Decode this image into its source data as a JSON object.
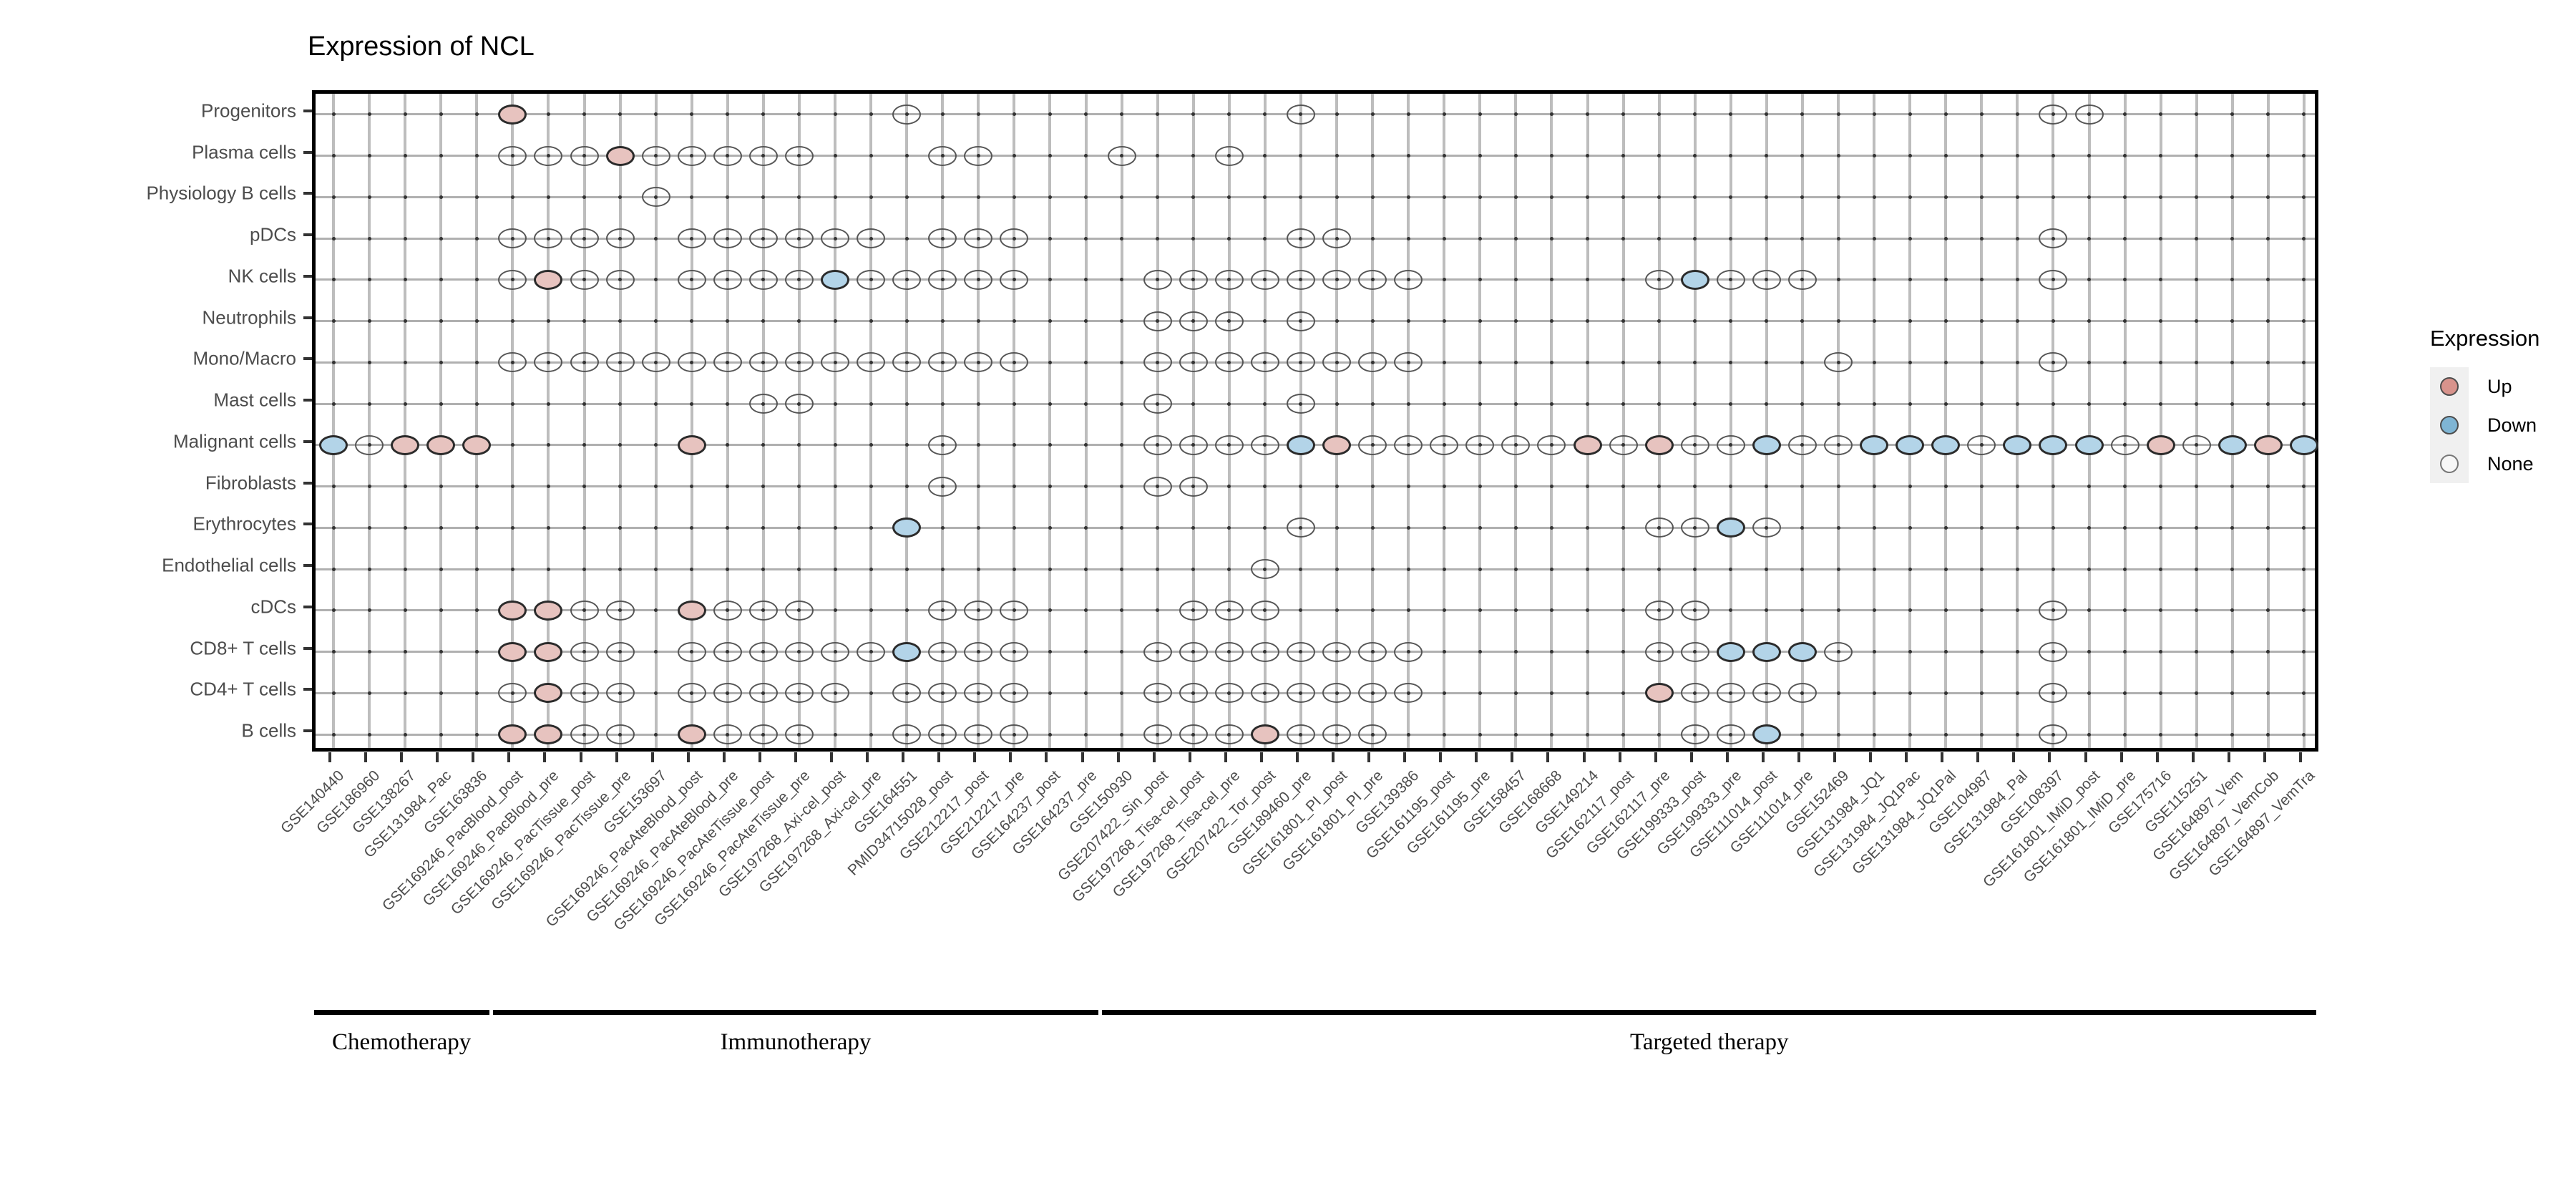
{
  "chart_data": {
    "type": "heatmap",
    "title": "Expression of NCL",
    "xlabel": "",
    "ylabel": "",
    "grid": true,
    "legend": {
      "position": "right",
      "title": "Expression",
      "entries": [
        {
          "label": "Up",
          "color": "#d8938c"
        },
        {
          "label": "Down",
          "color": "#7fb5d4"
        },
        {
          "label": "None",
          "color": "#f7f7f7"
        }
      ]
    },
    "y_categories": [
      "Progenitors",
      "Plasma cells",
      "Physiology B cells",
      "pDCs",
      "NK cells",
      "Neutrophils",
      "Mono/Macro",
      "Mast cells",
      "Malignant cells",
      "Fibroblasts",
      "Erythrocytes",
      "Endothelial cells",
      "cDCs",
      "CD8+ T cells",
      "CD4+ T cells",
      "B cells"
    ],
    "x_categories": [
      "GSE140440",
      "GSE186960",
      "GSE138267",
      "GSE131984_Pac",
      "GSE163836",
      "GSE169246_PacBlood_post",
      "GSE169246_PacBlood_pre",
      "GSE169246_PacTissue_post",
      "GSE169246_PacTissue_pre",
      "GSE153697",
      "GSE169246_PacAteBlood_post",
      "GSE169246_PacAteBlood_pre",
      "GSE169246_PacAteTissue_post",
      "GSE169246_PacAteTissue_pre",
      "GSE197268_Axi-cel_post",
      "GSE197268_Axi-cel_pre",
      "GSE164551",
      "PMID34715028_post",
      "GSE212217_post",
      "GSE212217_pre",
      "GSE164237_post",
      "GSE164237_pre",
      "GSE150930",
      "GSE207422_Sin_post",
      "GSE197268_Tisa-cel_post",
      "GSE197268_Tisa-cel_pre",
      "GSE207422_Tor_post",
      "GSE189460_pre",
      "GSE161801_PI_post",
      "GSE161801_PI_pre",
      "GSE139386",
      "GSE161195_post",
      "GSE161195_pre",
      "GSE158457",
      "GSE168668",
      "GSE149214",
      "GSE162117_post",
      "GSE162117_pre",
      "GSE199333_post",
      "GSE199333_pre",
      "GSE111014_post",
      "GSE111014_pre",
      "GSE152469",
      "GSE131984_JQ1",
      "GSE131984_JQ1Pac",
      "GSE131984_JQ1Pal",
      "GSE104987",
      "GSE131984_Pal",
      "GSE108397",
      "GSE161801_IMiD_post",
      "GSE161801_IMiD_pre",
      "GSE175716",
      "GSE115251",
      "GSE164897_Vem",
      "GSE164897_VemCob",
      "GSE164897_VemTra"
    ],
    "groups": [
      {
        "label": "Chemotherapy",
        "start": 0,
        "end": 4
      },
      {
        "label": "Immunotherapy",
        "start": 5,
        "end": 21
      },
      {
        "label": "Targeted therapy",
        "start": 22,
        "end": 55
      }
    ],
    "values": {
      "Progenitors": {
        "5": "up",
        "16": "none",
        "27": "none",
        "48": "none",
        "49": "none"
      },
      "Plasma cells": {
        "5": "none",
        "6": "none",
        "7": "none",
        "8": "up",
        "9": "none",
        "10": "none",
        "11": "none",
        "12": "none",
        "13": "none",
        "17": "none",
        "18": "none",
        "22": "none",
        "25": "none"
      },
      "Physiology B cells": {
        "9": "none"
      },
      "pDCs": {
        "5": "none",
        "6": "none",
        "7": "none",
        "8": "none",
        "10": "none",
        "11": "none",
        "12": "none",
        "13": "none",
        "14": "none",
        "15": "none",
        "17": "none",
        "18": "none",
        "19": "none",
        "27": "none",
        "28": "none",
        "48": "none"
      },
      "NK cells": {
        "5": "none",
        "6": "up",
        "7": "none",
        "8": "none",
        "10": "none",
        "11": "none",
        "12": "none",
        "13": "none",
        "14": "down",
        "15": "none",
        "16": "none",
        "17": "none",
        "18": "none",
        "19": "none",
        "23": "none",
        "24": "none",
        "25": "none",
        "26": "none",
        "27": "none",
        "28": "none",
        "29": "none",
        "30": "none",
        "37": "none",
        "38": "down",
        "39": "none",
        "40": "none",
        "41": "none",
        "48": "none"
      },
      "Neutrophils": {
        "23": "none",
        "24": "none",
        "25": "none",
        "27": "none"
      },
      "Mono/Macro": {
        "5": "none",
        "6": "none",
        "7": "none",
        "8": "none",
        "9": "none",
        "10": "none",
        "11": "none",
        "12": "none",
        "13": "none",
        "14": "none",
        "15": "none",
        "16": "none",
        "17": "none",
        "18": "none",
        "19": "none",
        "23": "none",
        "24": "none",
        "25": "none",
        "26": "none",
        "27": "none",
        "28": "none",
        "29": "none",
        "30": "none",
        "42": "none",
        "48": "none"
      },
      "Mast cells": {
        "12": "none",
        "13": "none",
        "23": "none",
        "27": "none"
      },
      "Malignant cells": {
        "0": "down",
        "1": "none",
        "2": "up",
        "3": "up",
        "4": "up",
        "10": "up",
        "17": "none",
        "23": "none",
        "24": "none",
        "25": "none",
        "26": "none",
        "27": "down",
        "28": "up",
        "29": "none",
        "30": "none",
        "31": "none",
        "32": "none",
        "33": "none",
        "34": "none",
        "35": "up",
        "36": "none",
        "37": "up",
        "38": "none",
        "39": "none",
        "40": "down",
        "41": "none",
        "42": "none",
        "43": "down",
        "44": "down",
        "45": "down",
        "46": "none",
        "47": "down",
        "48": "down",
        "49": "down",
        "50": "none",
        "51": "up",
        "52": "none",
        "53": "down",
        "54": "up",
        "55": "down"
      },
      "Fibroblasts": {
        "17": "none",
        "23": "none",
        "24": "none"
      },
      "Erythrocytes": {
        "16": "down",
        "27": "none",
        "37": "none",
        "38": "none",
        "39": "down",
        "40": "none"
      },
      "Endothelial cells": {
        "26": "none"
      },
      "cDCs": {
        "5": "up",
        "6": "up",
        "7": "none",
        "8": "none",
        "10": "up",
        "11": "none",
        "12": "none",
        "13": "none",
        "17": "none",
        "18": "none",
        "19": "none",
        "24": "none",
        "25": "none",
        "26": "none",
        "37": "none",
        "38": "none",
        "48": "none"
      },
      "CD8+ T cells": {
        "5": "up",
        "6": "up",
        "7": "none",
        "8": "none",
        "10": "none",
        "11": "none",
        "12": "none",
        "13": "none",
        "14": "none",
        "15": "none",
        "16": "down",
        "17": "none",
        "18": "none",
        "19": "none",
        "23": "none",
        "24": "none",
        "25": "none",
        "26": "none",
        "27": "none",
        "28": "none",
        "29": "none",
        "30": "none",
        "37": "none",
        "38": "none",
        "39": "down",
        "40": "down",
        "41": "down",
        "42": "none",
        "48": "none"
      },
      "CD4+ T cells": {
        "5": "none",
        "6": "up",
        "7": "none",
        "8": "none",
        "10": "none",
        "11": "none",
        "12": "none",
        "13": "none",
        "14": "none",
        "16": "none",
        "17": "none",
        "18": "none",
        "19": "none",
        "23": "none",
        "24": "none",
        "25": "none",
        "26": "none",
        "27": "none",
        "28": "none",
        "29": "none",
        "30": "none",
        "37": "up",
        "38": "none",
        "39": "none",
        "40": "none",
        "41": "none",
        "48": "none"
      },
      "B cells": {
        "5": "up",
        "6": "up",
        "7": "none",
        "8": "none",
        "10": "up",
        "11": "none",
        "12": "none",
        "13": "none",
        "16": "none",
        "17": "none",
        "18": "none",
        "19": "none",
        "23": "none",
        "24": "none",
        "25": "none",
        "26": "up",
        "27": "none",
        "28": "none",
        "29": "none",
        "38": "none",
        "39": "none",
        "40": "down",
        "48": "none"
      }
    }
  }
}
